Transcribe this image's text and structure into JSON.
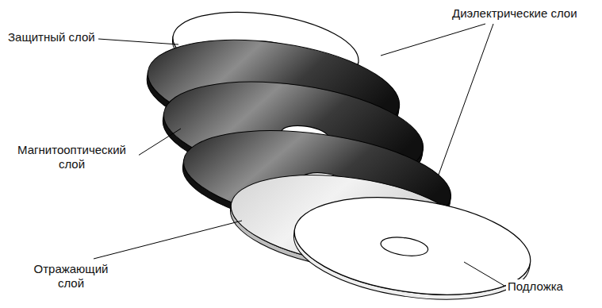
{
  "diagram": {
    "labels": [
      "Защитный слой",
      "Диэлектрические слои",
      "Магнитооптический слой",
      "Отражающий слой",
      "Подложка"
    ]
  }
}
